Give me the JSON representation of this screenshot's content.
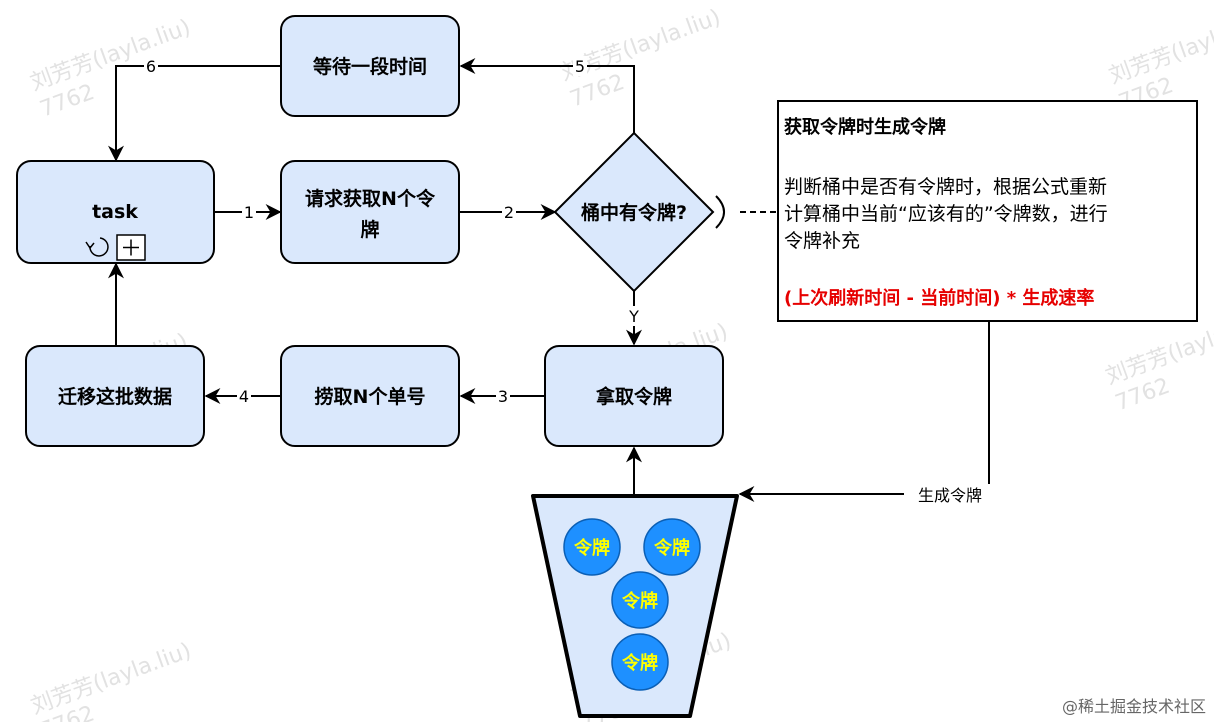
{
  "nodes": {
    "task": "task",
    "request": [
      "请求获取N个令",
      "牌"
    ],
    "wait": "等待一段时间",
    "decision": "桶中有令牌?",
    "take": "拿取令牌",
    "fetch": "捞取N个单号",
    "migrate": "迁移这批数据"
  },
  "edges": {
    "e1": "1",
    "e2": "2",
    "e3": "3",
    "e4": "4",
    "e5": "5",
    "e6": "6",
    "yes": "Y",
    "generate": "生成令牌"
  },
  "note": {
    "title": "获取令牌时生成令牌",
    "body": [
      "判断桶中是否有令牌时，根据公式重新",
      "计算桶中当前“应该有的”令牌数，进行",
      "令牌补充"
    ],
    "formula": "(上次刷新时间 - 当前时间) * 生成速率"
  },
  "bucket": {
    "tokens": [
      "令牌",
      "令牌",
      "令牌",
      "令牌"
    ]
  },
  "watermark": {
    "name": "刘芳芳(layla.liu)",
    "id": "7762"
  },
  "footer": "@稀土掘金技术社区",
  "colors": {
    "box_fill": "#dae8fc",
    "token_fill": "#1e90ff",
    "token_text": "#ffff00",
    "formula": "#e60000"
  },
  "icons": [
    "loop-marker-icon",
    "subprocess-plus-icon"
  ]
}
